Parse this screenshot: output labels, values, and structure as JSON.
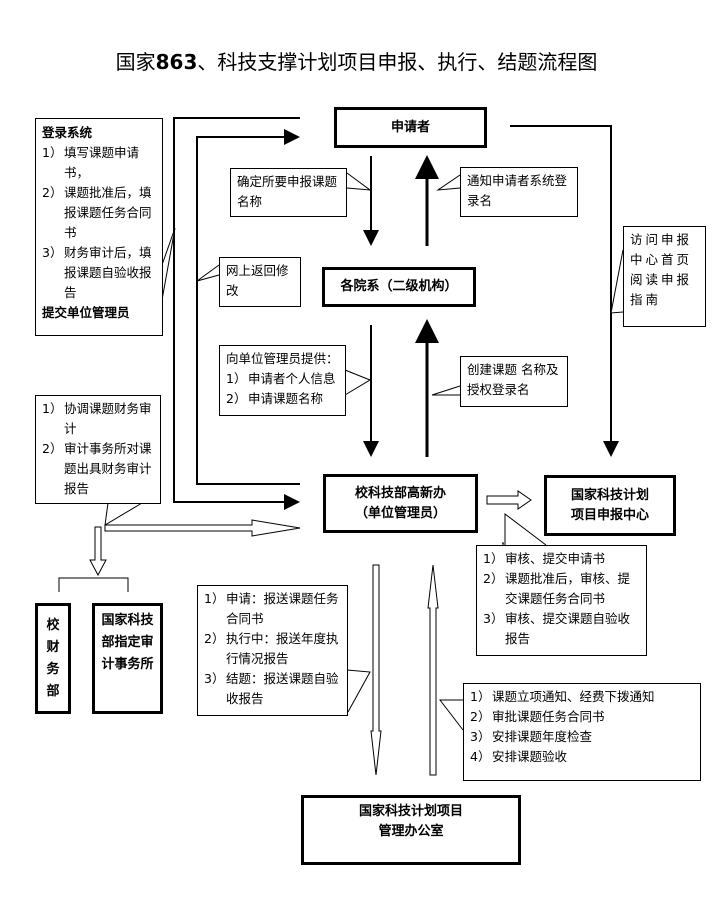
{
  "title": {
    "prefix": "国家",
    "bold": "863",
    "suffix": "、科技支撑计划项目申报、执行、结题流程图"
  },
  "nodes": {
    "applicant": "申请者",
    "department": "各院系（二级机构）",
    "admin_line1": "校科技部高新办",
    "admin_line2": "（单位管理员）",
    "center_line1": "国家科技计划",
    "center_line2": "项目申报中心",
    "finance": "校财务部",
    "auditor": "国家科技部指定审计事务所",
    "office_line1": "国家科技计划项目",
    "office_line2": "管理办公室"
  },
  "notes": {
    "login": {
      "heading": "登录系统",
      "items": [
        [
          "1）",
          "填写课题申请书，"
        ],
        [
          "2）",
          "课题批准后，填报课题任务合同书"
        ],
        [
          "3）",
          "财务审计后，填报课题自验收报告"
        ]
      ],
      "footer": "提交单位管理员"
    },
    "audit": {
      "items": [
        [
          "1）",
          "协调课题财务审计"
        ],
        [
          "2）",
          "审计事务所对课题出具财务审计报告"
        ]
      ]
    },
    "confirm": "确定所要申报课题名称",
    "notify": "通知申请者系统登录名",
    "return": "网上返回修改",
    "visit": "访问申报中心首页阅读申报指南",
    "provide": {
      "heading": "向单位管理员提供：",
      "items": [
        [
          "1）",
          "申请者个人信息"
        ],
        [
          "2）",
          "申请课题名称"
        ]
      ]
    },
    "create": "创建课题 名称及授权登录名",
    "review": {
      "items": [
        [
          "1）",
          "审核、提交申请书"
        ],
        [
          "2）",
          "课题批准后，审核、提交课题任务合同书"
        ],
        [
          "3）",
          "审核、提交课题自验收报告"
        ]
      ]
    },
    "submit": {
      "items": [
        [
          "1）",
          "申请：报送课题任务合同书"
        ],
        [
          "2）",
          "执行中：报送年度执行情况报告"
        ],
        [
          "3）",
          "结题：报送课题自验收报告"
        ]
      ]
    },
    "approve": {
      "items": [
        [
          "1）",
          "课题立项通知、经费下拨通知"
        ],
        [
          "2）",
          "审批课题任务合同书"
        ],
        [
          "3）",
          "安排课题年度检查"
        ],
        [
          "4）",
          "安排课题验收"
        ]
      ]
    }
  }
}
